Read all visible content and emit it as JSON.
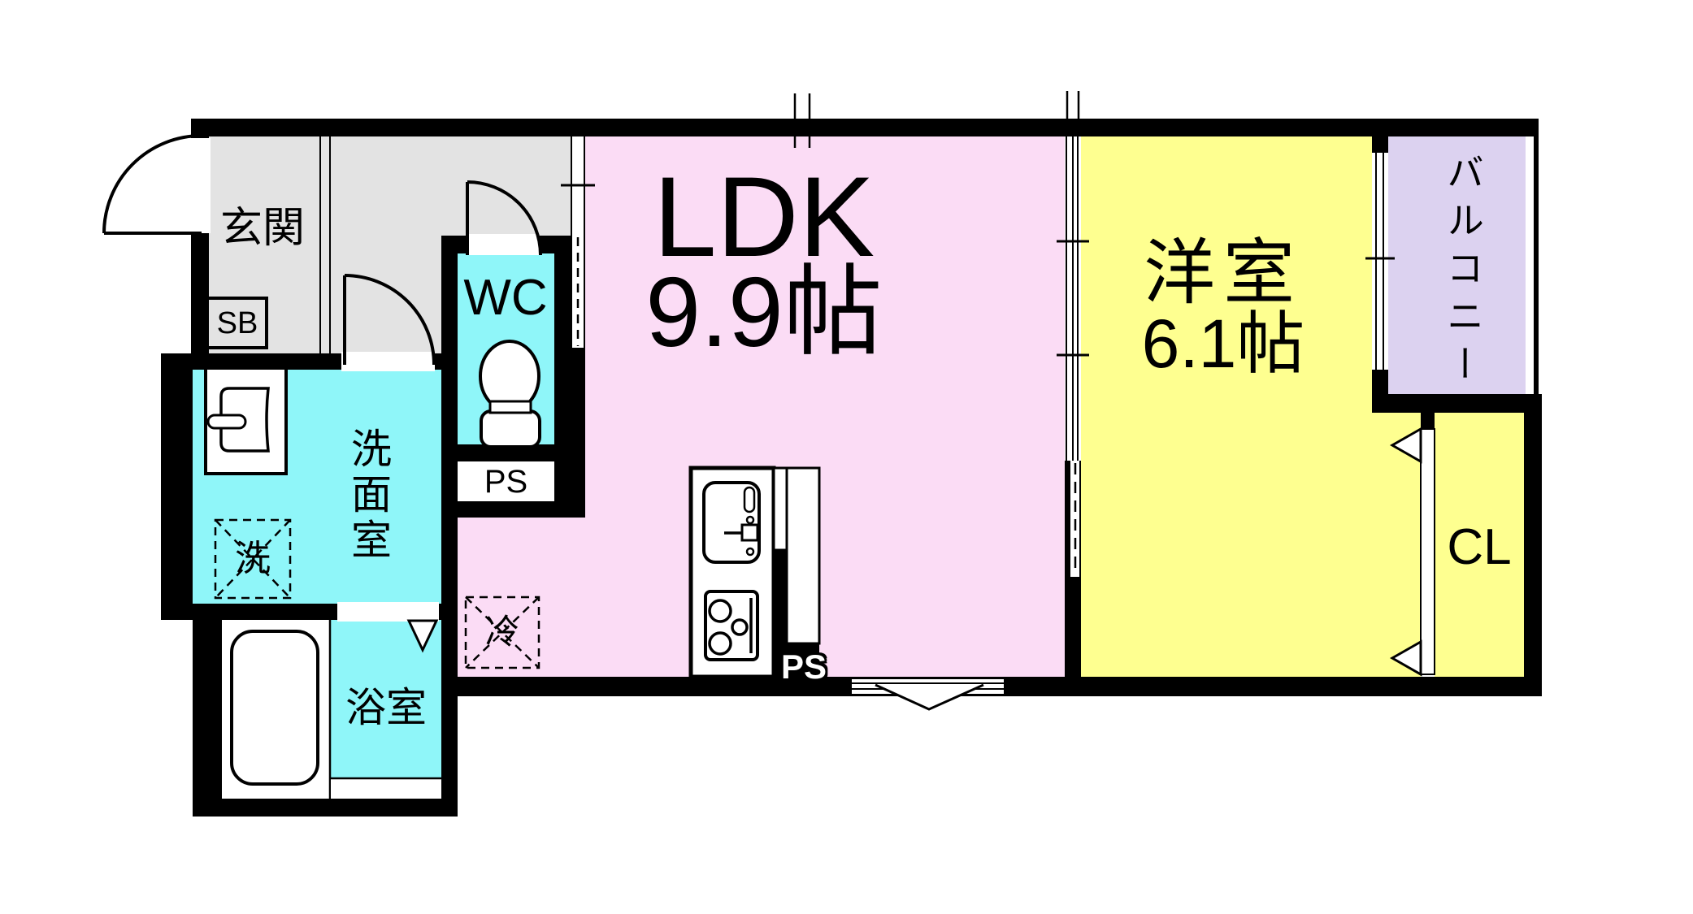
{
  "floorplan": {
    "rooms": {
      "genkan": "玄関",
      "shoe_box": "SB",
      "toilet": "WC",
      "pipe_space_upper": "PS",
      "washroom": "洗面室",
      "washing_machine": "洗",
      "bathroom": "浴室",
      "refrigerator": "冷",
      "ldk_name": "LDK",
      "ldk_size": "9.9帖",
      "bedroom_name": "洋室",
      "bedroom_size": "6.1帖",
      "balcony": "バルコニー",
      "closet": "CL",
      "pipe_space_lower": "PS"
    },
    "colors": {
      "wall": "#000000",
      "entrance_floor": "#e3e3e3",
      "wet_area": "#8ff6f9",
      "ldk": "#fbdcf5",
      "bedroom": "#feff90",
      "balcony": "#dcd2f0",
      "fixture_fill": "#ffffff"
    },
    "fixtures": [
      "entrance-door-arc",
      "hall-door-arc",
      "wc-door-arc",
      "toilet-icon",
      "washbasin-icon",
      "washing-machine-box",
      "bathtub-icon",
      "refrigerator-box",
      "kitchen-sink-icon",
      "stove-icon",
      "folding-door-triangles",
      "window-marks"
    ]
  }
}
